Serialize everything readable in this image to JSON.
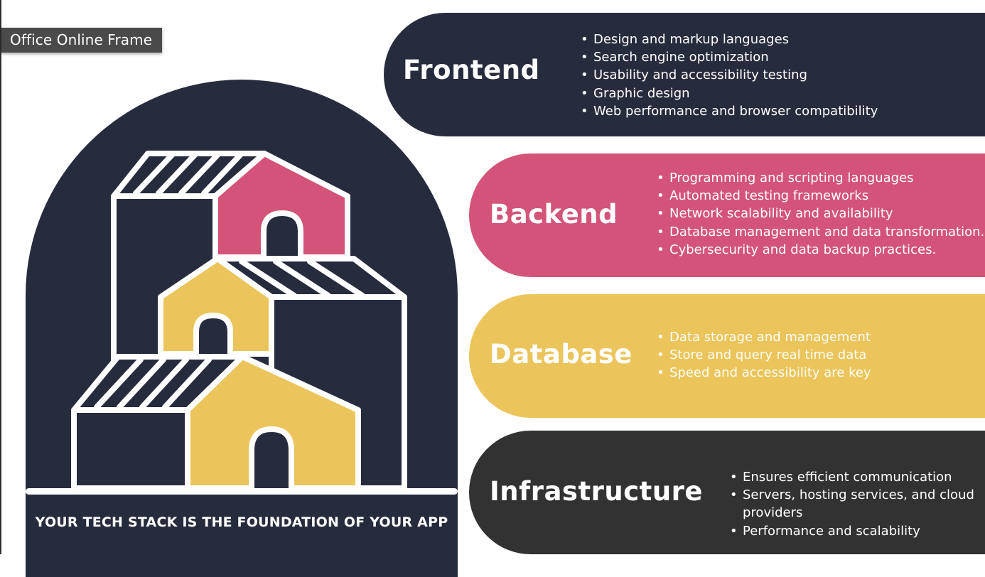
{
  "frame_label": "Office Online Frame",
  "foundation_text": "YOUR TECH STACK IS THE FOUNDATION OF YOUR APP",
  "colors": {
    "navy": "#272b3e",
    "pink": "#d35478",
    "yellow": "#ebc55b",
    "charcoal": "#323232",
    "white": "#ffffff"
  },
  "layers": [
    {
      "title": "Frontend",
      "color": "#272b3e",
      "items": [
        "Design and markup languages",
        "Search engine optimization",
        "Usability and accessibility testing",
        "Graphic design",
        "Web performance and browser compatibility"
      ]
    },
    {
      "title": "Backend",
      "color": "#d35478",
      "items": [
        "Programming and scripting languages",
        "Automated testing frameworks",
        "Network scalability and availability",
        "Database management and data transformation.",
        "Cybersecurity and data backup practices."
      ]
    },
    {
      "title": "Database",
      "color": "#ebc55b",
      "items": [
        "Data storage and management",
        "Store and query real time data",
        "Speed and accessibility are key"
      ]
    },
    {
      "title": "Infrastructure",
      "color": "#323232",
      "items": [
        "Ensures efficient communication",
        "Servers, hosting services, and cloud providers",
        "Performance and scalability"
      ]
    }
  ]
}
